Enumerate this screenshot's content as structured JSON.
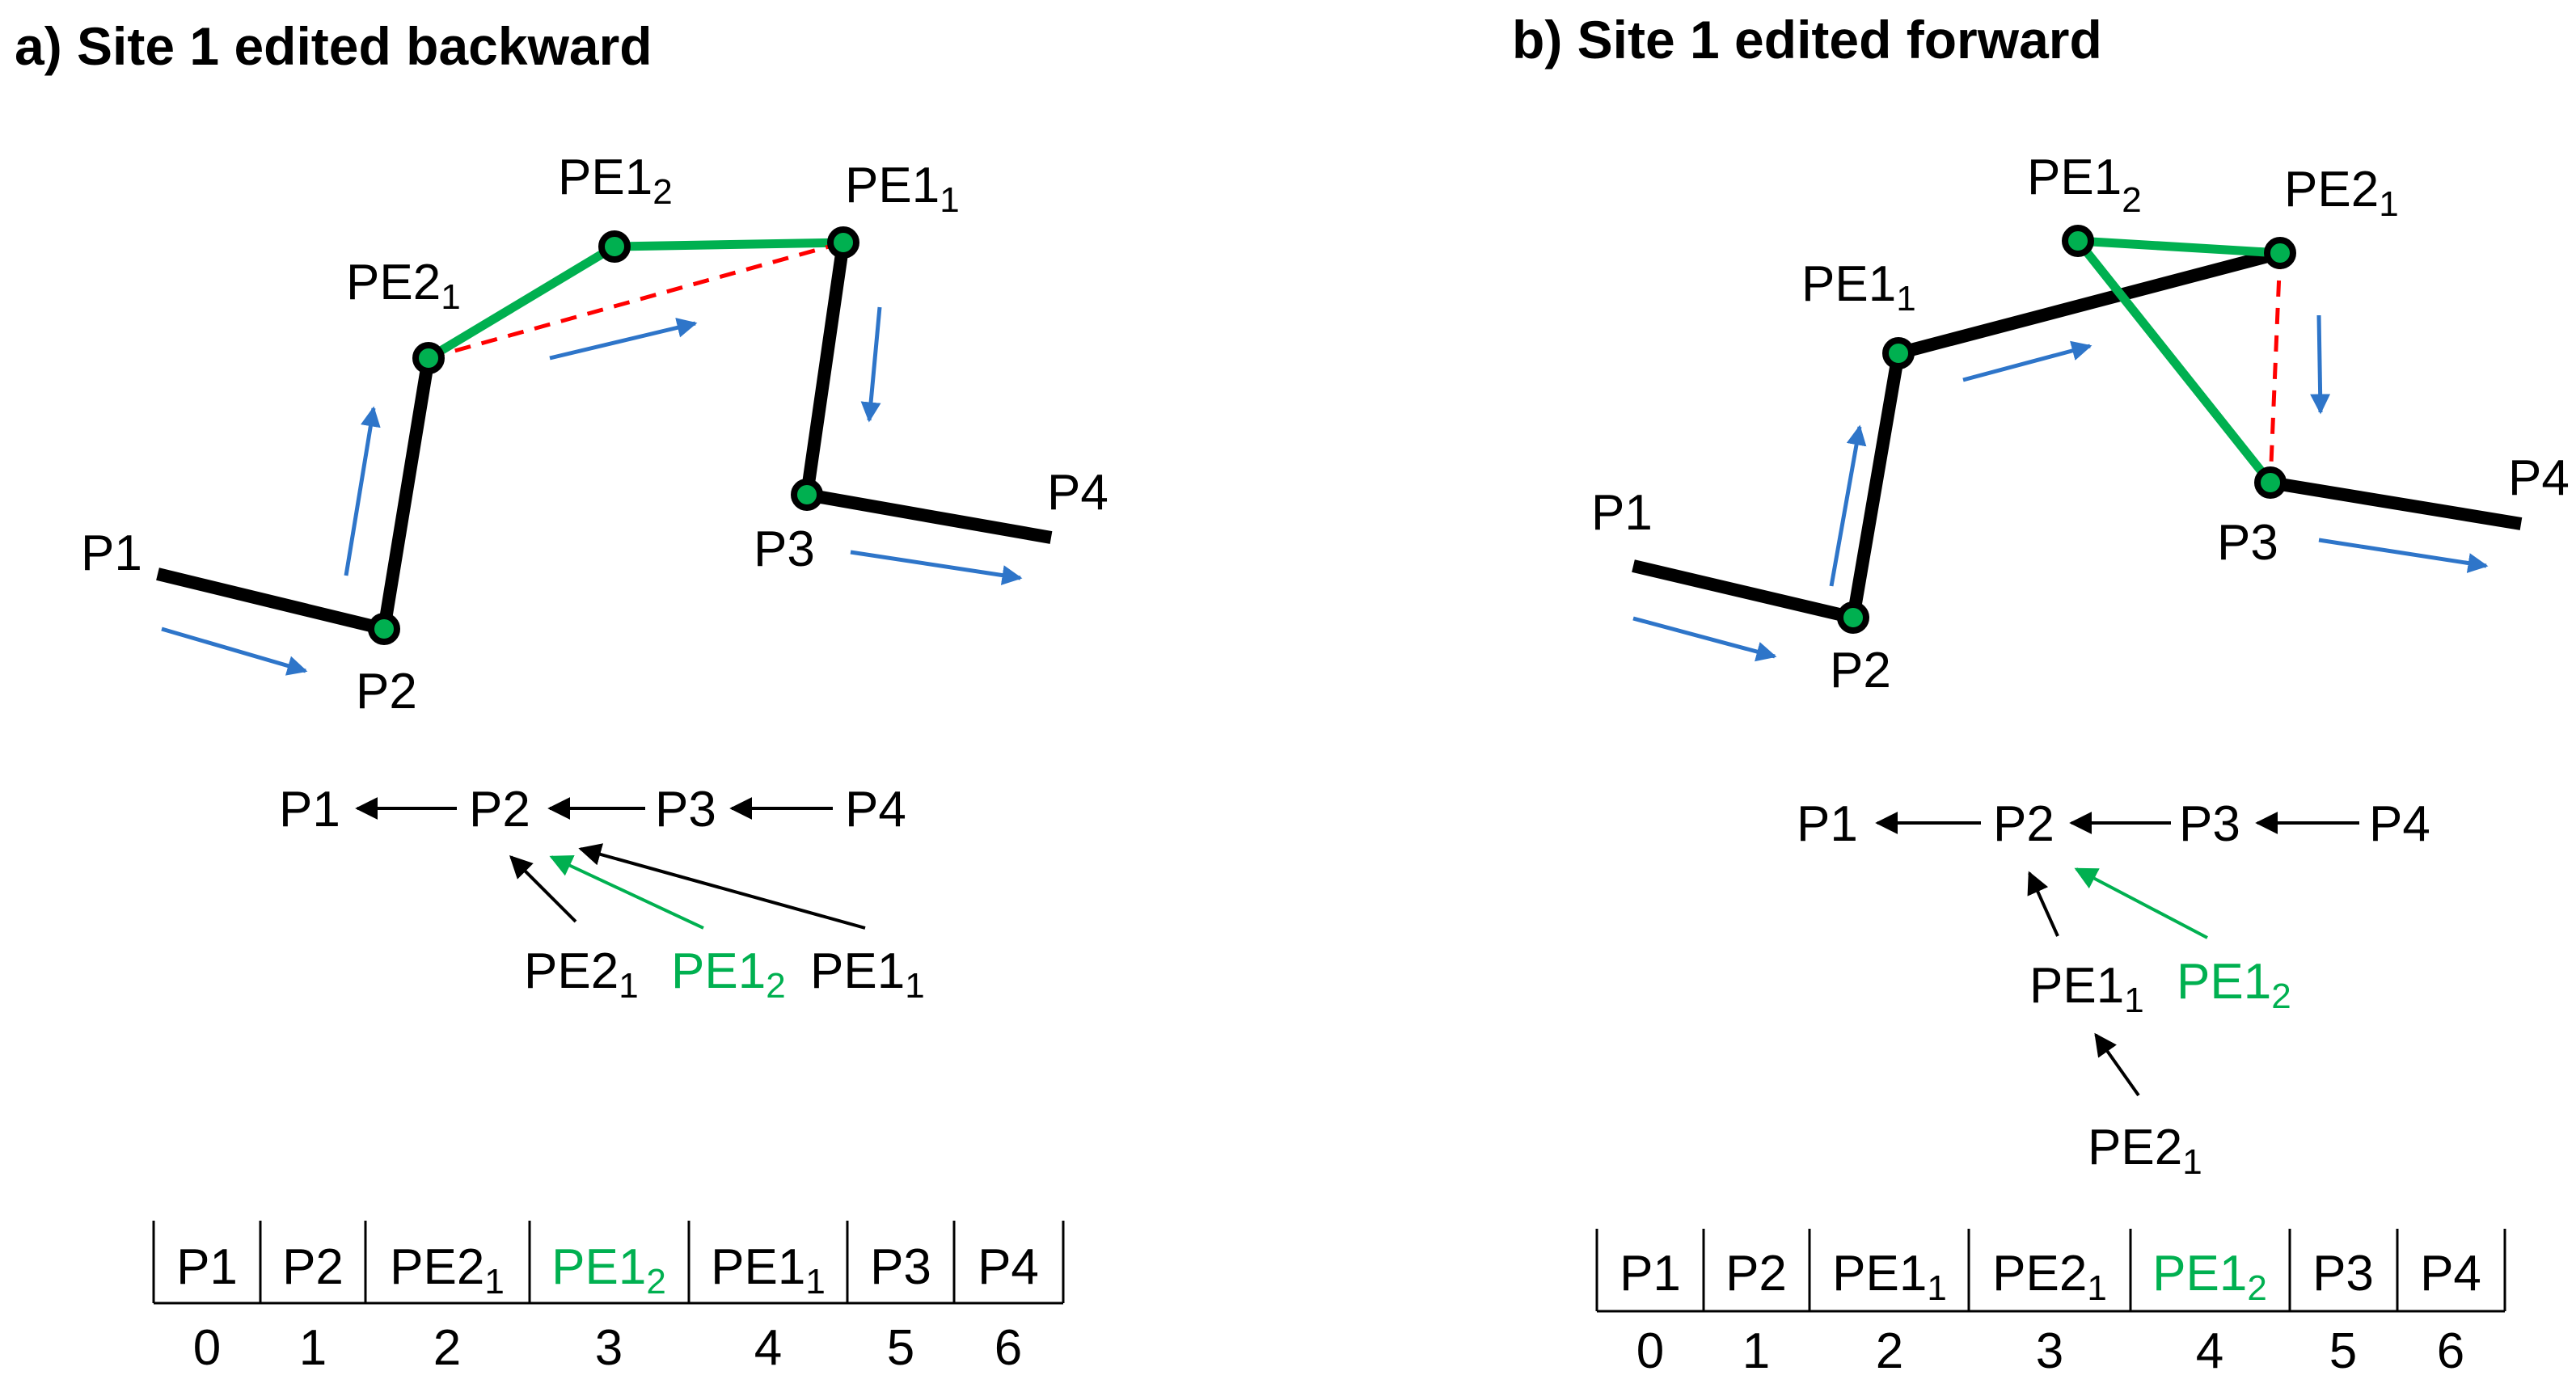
{
  "colors": {
    "track": "#000000",
    "edited": "#00b050",
    "direction": "#2e75c9",
    "gap": "#ff0000"
  },
  "panels": [
    {
      "title": "a) Site 1 edited backward",
      "labels": {
        "P1": "P1",
        "P2": "P2",
        "P3": "P3",
        "P4": "P4",
        "PE2_1": {
          "base": "PE2",
          "sub": "1"
        },
        "PE1_2": {
          "base": "PE1",
          "sub": "2"
        },
        "PE1_1": {
          "base": "PE1",
          "sub": "1"
        }
      },
      "tree": {
        "chain": [
          "P1",
          "P2",
          "P3",
          "P4"
        ],
        "children": [
          {
            "base": "PE2",
            "sub": "1",
            "highlight": false
          },
          {
            "base": "PE1",
            "sub": "2",
            "highlight": true
          },
          {
            "base": "PE1",
            "sub": "1",
            "highlight": false
          }
        ]
      },
      "table": {
        "cells": [
          {
            "base": "P1",
            "sub": "",
            "index": "0",
            "highlight": false
          },
          {
            "base": "P2",
            "sub": "",
            "index": "1",
            "highlight": false
          },
          {
            "base": "PE2",
            "sub": "1",
            "index": "2",
            "highlight": false
          },
          {
            "base": "PE1",
            "sub": "2",
            "index": "3",
            "highlight": true
          },
          {
            "base": "PE1",
            "sub": "1",
            "index": "4",
            "highlight": false
          },
          {
            "base": "P3",
            "sub": "",
            "index": "5",
            "highlight": false
          },
          {
            "base": "P4",
            "sub": "",
            "index": "6",
            "highlight": false
          }
        ]
      }
    },
    {
      "title": "b) Site 1  edited forward",
      "labels": {
        "P1": "P1",
        "P2": "P2",
        "P3": "P3",
        "P4": "P4",
        "PE1_1": {
          "base": "PE1",
          "sub": "1"
        },
        "PE1_2": {
          "base": "PE1",
          "sub": "2"
        },
        "PE2_1": {
          "base": "PE2",
          "sub": "1"
        }
      },
      "tree": {
        "chain": [
          "P1",
          "P2",
          "P3",
          "P4"
        ],
        "children": [
          {
            "base": "PE1",
            "sub": "1",
            "highlight": false
          },
          {
            "base": "PE1",
            "sub": "2",
            "highlight": true
          }
        ],
        "grandchild": {
          "base": "PE2",
          "sub": "1",
          "highlight": false
        }
      },
      "table": {
        "cells": [
          {
            "base": "P1",
            "sub": "",
            "index": "0",
            "highlight": false
          },
          {
            "base": "P2",
            "sub": "",
            "index": "1",
            "highlight": false
          },
          {
            "base": "PE1",
            "sub": "1",
            "index": "2",
            "highlight": false
          },
          {
            "base": "PE2",
            "sub": "1",
            "index": "3",
            "highlight": false
          },
          {
            "base": "PE1",
            "sub": "2",
            "index": "4",
            "highlight": true
          },
          {
            "base": "P3",
            "sub": "",
            "index": "5",
            "highlight": false
          },
          {
            "base": "P4",
            "sub": "",
            "index": "6",
            "highlight": false
          }
        ]
      }
    }
  ]
}
